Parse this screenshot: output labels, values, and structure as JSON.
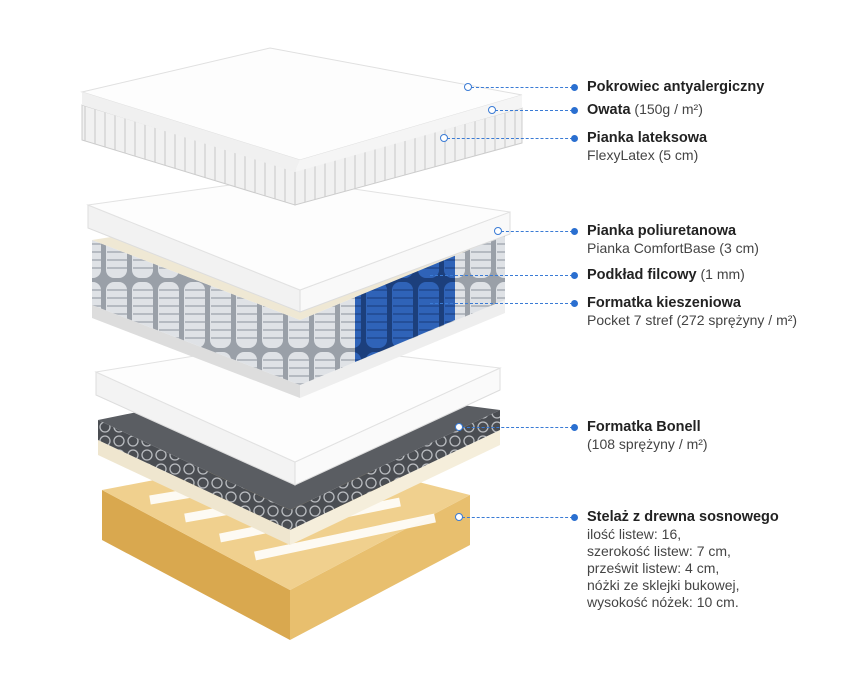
{
  "callouts": [
    {
      "title": "Pokrowiec antyalergiczny",
      "suffix": "",
      "sub": []
    },
    {
      "title": "Owata",
      "suffix": " (150g / m²)",
      "sub": []
    },
    {
      "title": "Pianka lateksowa",
      "suffix": "",
      "sub": [
        "FlexyLatex (5 cm)"
      ]
    },
    {
      "title": "Pianka poliuretanowa",
      "suffix": "",
      "sub": [
        "Pianka ComfortBase (3 cm)"
      ]
    },
    {
      "title": "Podkład filcowy",
      "suffix": " (1 mm)",
      "sub": []
    },
    {
      "title": "Formatka kieszeniowa",
      "suffix": "",
      "sub": [
        "Pocket 7 stref (272 sprężyny / m²)"
      ]
    },
    {
      "title": "Formatka Bonell",
      "suffix": "",
      "sub": [
        "(108 sprężyny / m²)"
      ]
    },
    {
      "title": "Stelaż z drewna sosnowego",
      "suffix": "",
      "sub": [
        "ilość listew: 16,",
        "szerokość listew: 7 cm,",
        "prześwit listew: 4 cm,",
        "nóżki ze sklejki bukowej,",
        "wysokość nóżek: 10 cm."
      ]
    }
  ],
  "colors": {
    "accent": "#2a6fd0",
    "pocket_zone": "#2f63b8",
    "wood": "#e6c27a"
  }
}
